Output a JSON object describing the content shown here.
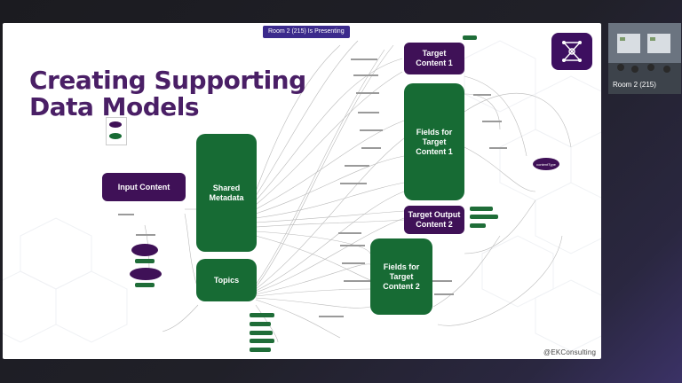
{
  "presenting_banner": "Room 2 (215) Is Presenting",
  "slide": {
    "title_line1": "Creating Supporting",
    "title_line2": "Data Models",
    "watermark": "@EKConsulting"
  },
  "nodes": {
    "input_content": "Input Content",
    "shared_metadata": "Shared Metadata",
    "topics": "Topics",
    "target_content_1": "Target Content 1",
    "fields_target_content_1": "Fields for Target Content 1",
    "target_output_content_2": "Target Output Content 2",
    "fields_target_content_2": "Fields for Target Content 2",
    "content_type": "contentType"
  },
  "camera": {
    "label": "Room 2 (215)"
  },
  "colors": {
    "purple": "#3f1157",
    "green": "#176b34",
    "title": "#4a1f66"
  }
}
